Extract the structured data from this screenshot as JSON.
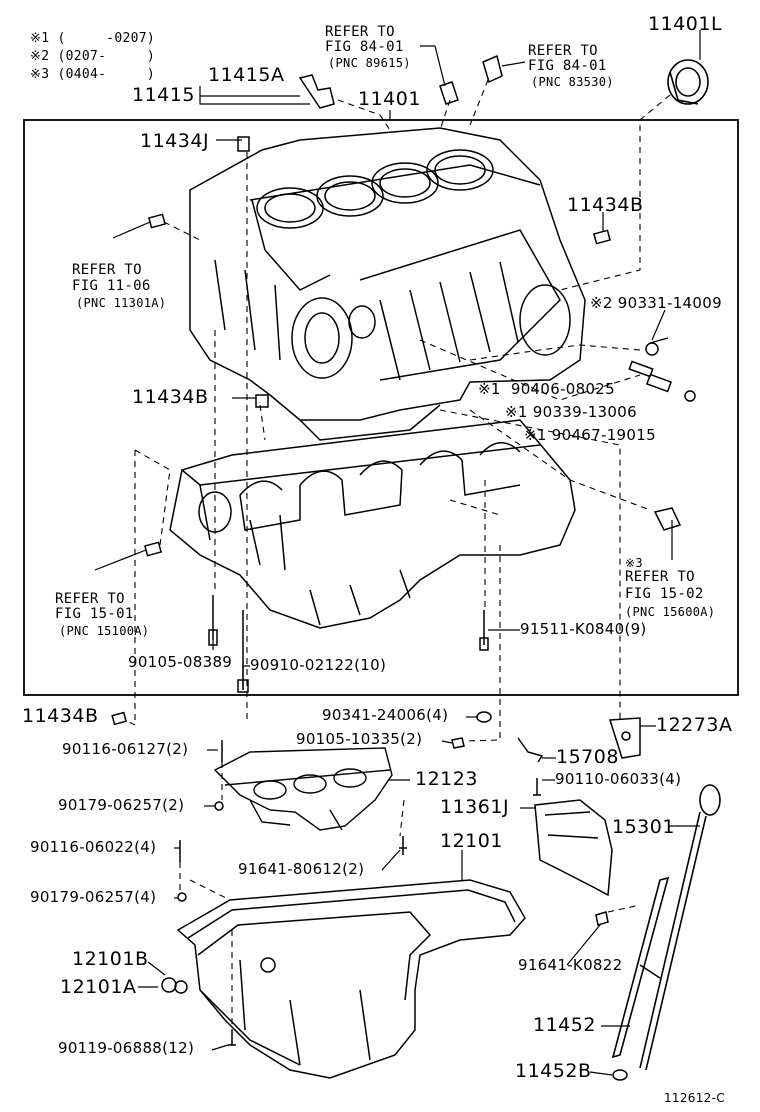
{
  "notes": [
    "※1 (     -0207)",
    "※2 (0207-     )",
    "※3 (0404-     )"
  ],
  "refs": {
    "fig84a": [
      "REFER TO",
      "FIG 84-01",
      "(PNC 89615)"
    ],
    "fig84b": [
      "REFER TO",
      "FIG 84-01",
      "(PNC 83530)"
    ],
    "fig1106": [
      "REFER TO",
      "FIG 11-06",
      "(PNC 11301A)"
    ],
    "fig1501": [
      "REFER TO",
      "FIG 15-01",
      "(PNC 15100A)"
    ],
    "fig1502": [
      "※3",
      "REFER TO",
      "FIG 15-02",
      "(PNC 15600A)"
    ]
  },
  "parts": {
    "p11401L": "11401L",
    "p11415A": "11415A",
    "p11415": "11415",
    "p11401": "11401",
    "p11434J": "11434J",
    "p11434B_a": "11434B",
    "p11434B_b": "11434B",
    "p11434B_c": "11434B",
    "p90331": "※2 90331-14009",
    "p90406": "※1  90406-08025",
    "p90339": "※1 90339-13006",
    "p90467": "※1 90467-19015",
    "p90105a": "90105-08389",
    "p90910": "90910-02122(10)",
    "p91511": "91511-K0840(9)",
    "p90341": "90341-24006(4)",
    "p90105b": "90105-10335(2)",
    "p90116a": "90116-06127(2)",
    "p15708": "15708",
    "p12273A": "12273A",
    "p90110": "90110-06033(4)",
    "p12123": "12123",
    "p90179a": "90179-06257(2)",
    "p11361J": "11361J",
    "p15301": "15301",
    "p90116b": "90116-06022(4)",
    "p12101": "12101",
    "p91641a": "91641-80612(2)",
    "p90179b": "90179-06257(4)",
    "p12101B": "12101B",
    "p12101A": "12101A",
    "p91641b": "91641-K0822",
    "p11452": "11452",
    "p90119": "90119-06888(12)",
    "p11452B": "11452B"
  },
  "figure_id": "112612-C"
}
